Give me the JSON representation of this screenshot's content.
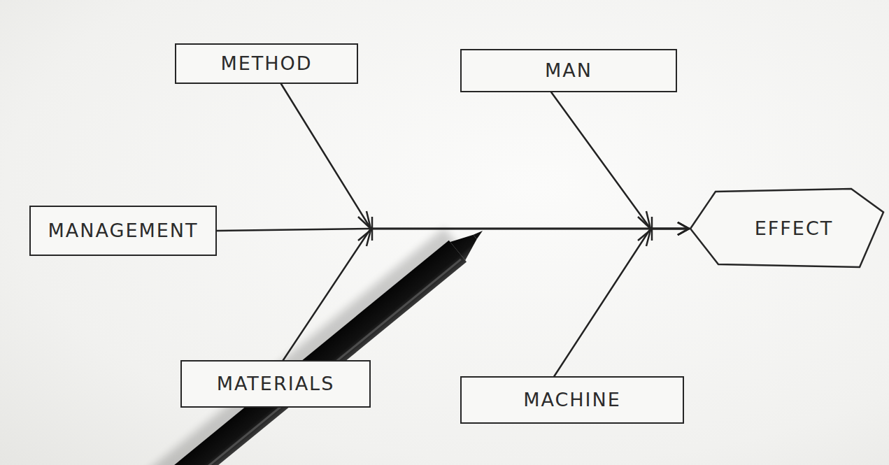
{
  "diagram": {
    "nodes": [
      {
        "text": [
          "METHOD"
        ]
      },
      {
        "text": [
          "MAN"
        ]
      },
      {
        "text": [
          "MANAGEMENT"
        ]
      },
      {
        "text": [
          "EFFECT"
        ]
      },
      {
        "text": [
          "MATERIALS"
        ]
      },
      {
        "text": [
          "MACHINE"
        ]
      }
    ],
    "edges": [
      {
        "from": 0,
        "to": 3,
        "arrow": "to"
      },
      {
        "from": 1,
        "to": 3,
        "arrow": "to"
      },
      {
        "from": 2,
        "to": 3,
        "arrow": "to"
      },
      {
        "from": 4,
        "to": 3,
        "arrow": "to"
      },
      {
        "from": 5,
        "to": 3,
        "arrow": "to"
      }
    ]
  }
}
